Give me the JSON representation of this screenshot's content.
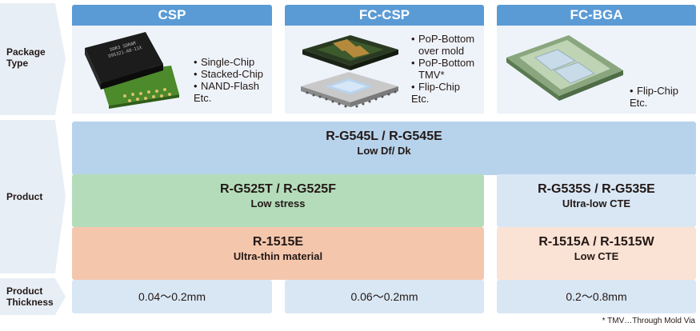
{
  "row_labels": {
    "package_type": [
      "Package",
      "Type"
    ],
    "product": "Product",
    "product_thickness": [
      "Product",
      "Thickness"
    ]
  },
  "packages": [
    {
      "title": "CSP",
      "chip_text": [
        "DDR3 SDRAM",
        "D9S321-A0-11X"
      ],
      "items": [
        "Single-Chip",
        "Stacked-Chip",
        "NAND-Flash"
      ],
      "etc": "Etc."
    },
    {
      "title": "FC-CSP",
      "items": [
        [
          "PoP-Bottom",
          "over mold"
        ],
        [
          "PoP-Bottom",
          "TMV*"
        ],
        [
          "Flip-Chip"
        ]
      ],
      "etc": "Etc."
    },
    {
      "title": "FC-BGA",
      "items": [
        "Flip-Chip"
      ],
      "etc": "Etc."
    }
  ],
  "products": {
    "g545": {
      "name": "R-G545L / R-G545E",
      "feature": "Low Df/ Dk"
    },
    "g525": {
      "name": "R-G525T / R-G525F",
      "feature": "Low stress"
    },
    "g535": {
      "name": "R-G535S / R-G535E",
      "feature": "Ultra-low CTE"
    },
    "r1515": {
      "name": "R-1515E",
      "feature": "Ultra-thin material"
    },
    "r1515aw": {
      "name": "R-1515A / R-1515W",
      "feature": "Low CTE"
    }
  },
  "thickness": [
    "0.04～0.2mm",
    "0.06～0.2mm",
    "0.2～0.8mm"
  ],
  "footnote": "* TMV…Through Mold Via",
  "colors": {
    "header_blue": "#5b9bd5",
    "package_bg": "#eef3fa",
    "g545_blue": "#b7d3ec",
    "green": "#b4dcbb",
    "light_blue": "#d9e7f5",
    "salmon": "#f4c7ad",
    "light_salmon": "#fae2d4"
  }
}
